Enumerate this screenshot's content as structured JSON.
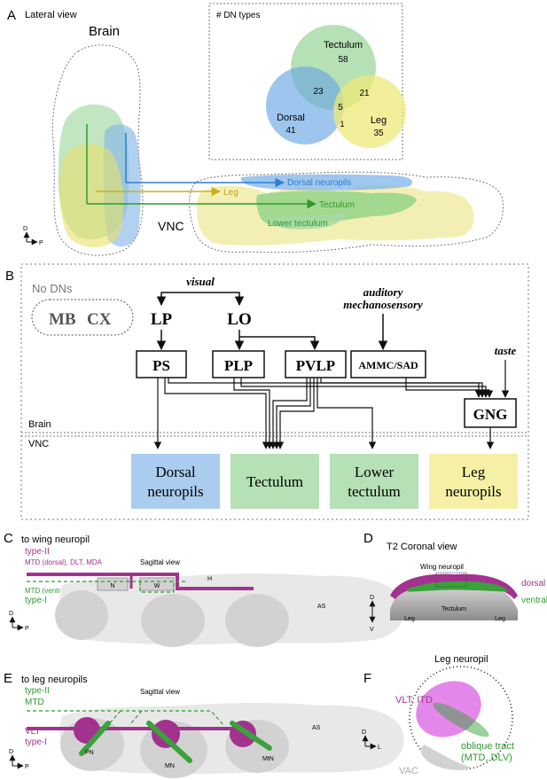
{
  "colors": {
    "green": "#3aa23a",
    "magenta": "#a3328f",
    "blue": "#5b9bd5",
    "yellow": "#e9e07a",
    "grey": "#d9d9d9",
    "darkgrey": "#9a9a9a"
  },
  "panel_a": {
    "label": "A",
    "view": "Lateral view",
    "brain": "Brain",
    "vnc": "VNC",
    "axis_d": "D",
    "axis_p": "P",
    "arrow_leg": "Leg",
    "arrow_dorsal": "Dorsal neuropils",
    "arrow_tectulum": "Tectulum",
    "lower_tectulum": "Lower tectulum",
    "venn": {
      "title": "# DN types",
      "sets": [
        {
          "name": "Tectulum",
          "count": "58"
        },
        {
          "name": "Dorsal",
          "count": "41"
        },
        {
          "name": "Leg",
          "count": "35"
        }
      ],
      "dorsal_tectulum": "23",
      "tectulum_leg": "21",
      "all_three": "5",
      "dorsal_leg": "1"
    }
  },
  "panel_b": {
    "label": "B",
    "no_dns": "No DNs",
    "mb": "MB",
    "cx": "CX",
    "visual": "visual",
    "auditory": "auditory",
    "mechanosensory": "mechanosensory",
    "taste": "taste",
    "lp": "LP",
    "lo": "LO",
    "ps": "PS",
    "plp": "PLP",
    "pvlp": "PVLP",
    "ammc": "AMMC/SAD",
    "gng": "GNG",
    "brain": "Brain",
    "vnc": "VNC",
    "targets": [
      {
        "line1": "Dorsal",
        "line2": "neuropils"
      },
      {
        "line1": "Tectulum",
        "line2": ""
      },
      {
        "line1": "Lower",
        "line2": "tectulum"
      },
      {
        "line1": "Leg",
        "line2": "neuropils"
      }
    ]
  },
  "panel_c": {
    "label": "C",
    "title": "to wing neuropil",
    "type2": "type-II",
    "mtd_dorsal": "MTD (dorsal), DLT, MDA",
    "mtd_ventral": "MTD (ventral)",
    "type1": "type-I",
    "sagittal": "Sagittal view",
    "n": "N",
    "w": "W",
    "h": "H",
    "as": "AS",
    "axis_d": "D",
    "axis_p": "P"
  },
  "panel_d": {
    "label": "D",
    "title": "T2 Coronal view",
    "wing": "Wing neuropil",
    "dorsal": "dorsal",
    "ventral": "ventral",
    "tectulum": "Tectulum",
    "leg_l": "Leg",
    "leg_r": "Leg",
    "axis_d": "D",
    "axis_v": "V"
  },
  "panel_e": {
    "label": "E",
    "title": "to leg neuropils",
    "type2": "type-II",
    "mtd": "MTD",
    "vlt": "VLT",
    "type1": "type-I",
    "sagittal": "Sagittal view",
    "pn": "PN",
    "mn": "MN",
    "mtn": "MtN",
    "as": "AS",
    "axis_d": "D",
    "axis_p": "P"
  },
  "panel_f": {
    "label": "F",
    "title": "Leg neuropil",
    "vlt_itd": "VLT, ITD",
    "oblique1": "oblique tract",
    "oblique2": "(MTD, DLV)",
    "vac": "VAC",
    "axis_d": "D",
    "axis_l": "L"
  }
}
